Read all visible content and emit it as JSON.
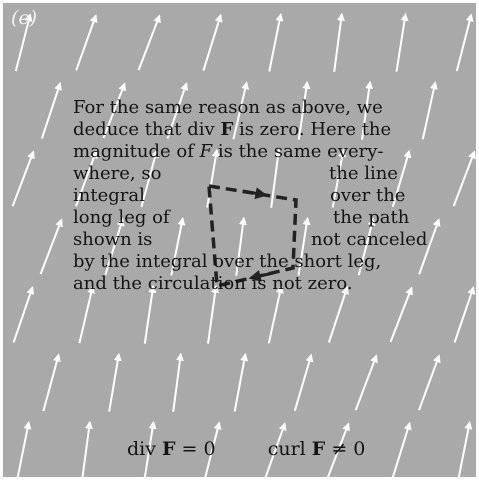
{
  "panel_label": "(e)",
  "text": {
    "line1": "For the same reason as above, we",
    "line2_pre": "deduce that div ",
    "line2_F": "F",
    "line2_post": "  is zero. Here the",
    "line3_pre": "magnitude of ",
    "line3_F": "F",
    "line3_post": " is the same every-",
    "line4_left": "where, so",
    "line4_right": "the line",
    "line5_left": "integral",
    "line5_right": "over the",
    "line6_left": "long leg of",
    "line6_right": "the path",
    "line7_left": "shown  is",
    "line7_right": "not canceled",
    "line8": "by the integral over the short leg,",
    "line9": "and the circulation is not zero."
  },
  "formula": {
    "div_pre": "div ",
    "div_F": "F",
    "div_post": " = 0",
    "curl_pre": "curl ",
    "curl_F": "F",
    "curl_post": " ≠ 0"
  },
  "colors": {
    "background": "#a9a9a9",
    "arrows": "#ffffff",
    "text": "#141414"
  }
}
